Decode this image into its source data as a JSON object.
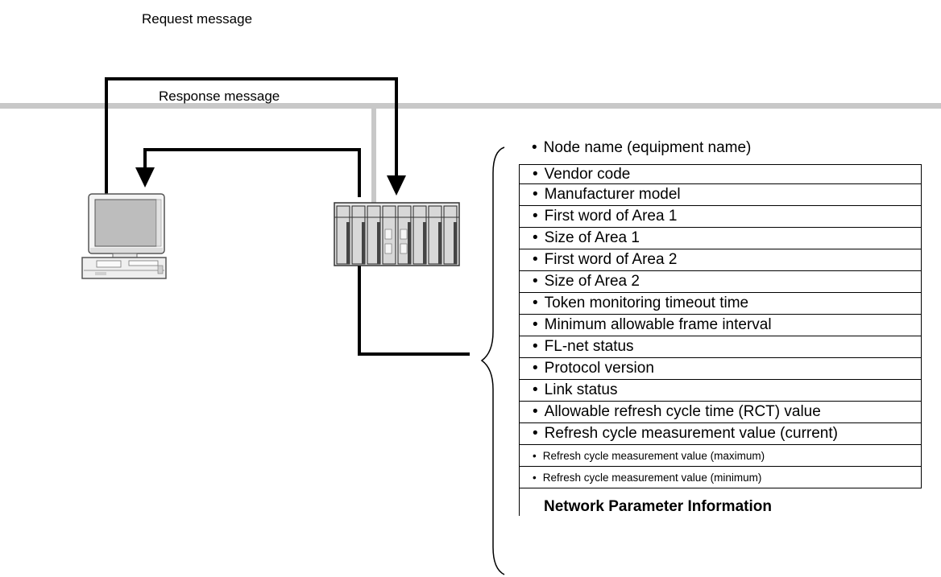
{
  "labels": {
    "request": "Request message",
    "response": "Response message"
  },
  "items": [
    "Node name (equipment name)",
    "Vendor code",
    "Manufacturer model",
    "First word of Area 1",
    "Size of Area 1",
    "First word of Area 2",
    "Size of Area 2",
    "Token monitoring timeout time",
    "Minimum allowable frame interval",
    "FL-net status",
    "Protocol version",
    "Link status",
    "Allowable refresh cycle time (RCT) value",
    "Refresh cycle measurement value (current)",
    "Refresh cycle measurement value (maximum)",
    "Refresh cycle measurement value (minimum)"
  ],
  "footer": "Network Parameter Information",
  "bullet": "•"
}
